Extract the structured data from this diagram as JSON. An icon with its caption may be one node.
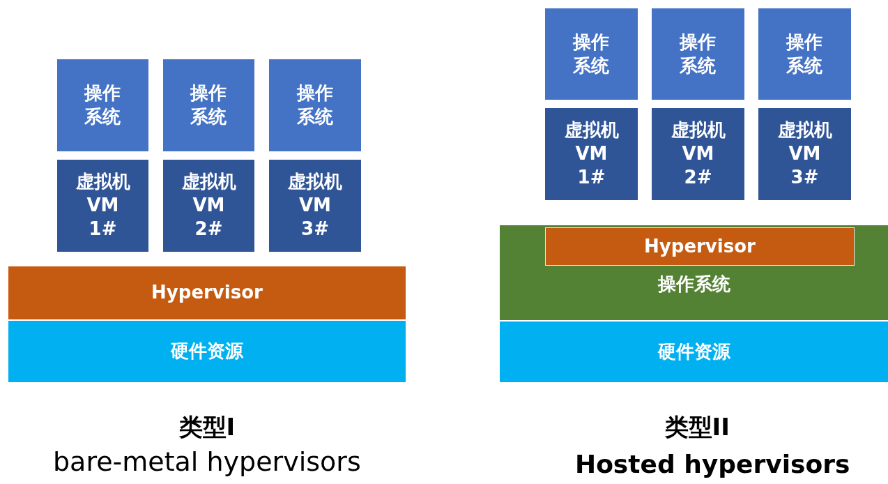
{
  "diagram": {
    "nodes": [
      {
        "text": [
          "操作系统"
        ]
      },
      {
        "text": [
          "操作系统"
        ]
      },
      {
        "text": [
          "操作系统"
        ]
      },
      {
        "text": [
          "虚拟机 VM 1#"
        ]
      },
      {
        "text": [
          "虚拟机 VM 2#"
        ]
      },
      {
        "text": [
          "虚拟机 VM 3#"
        ]
      },
      {
        "text": [
          "Hypervisor"
        ]
      },
      {
        "text": [
          "硬件资源"
        ]
      },
      {
        "text": [
          "操作系统"
        ]
      },
      {
        "text": [
          "操作系统"
        ]
      },
      {
        "text": [
          "操作系统"
        ]
      },
      {
        "text": [
          "虚拟机 VM 1#"
        ]
      },
      {
        "text": [
          "虚拟机 VM 2#"
        ]
      },
      {
        "text": [
          "虚拟机 VM 3#"
        ]
      },
      {
        "text": [
          "操作系统"
        ]
      },
      {
        "text": [
          "Hypervisor"
        ],
        "in": 14
      },
      {
        "text": [
          "硬件资源"
        ]
      }
    ],
    "labels": [
      "类型I",
      "bare-metal hypervisors",
      "类型II",
      "Hosted hypervisors"
    ]
  }
}
